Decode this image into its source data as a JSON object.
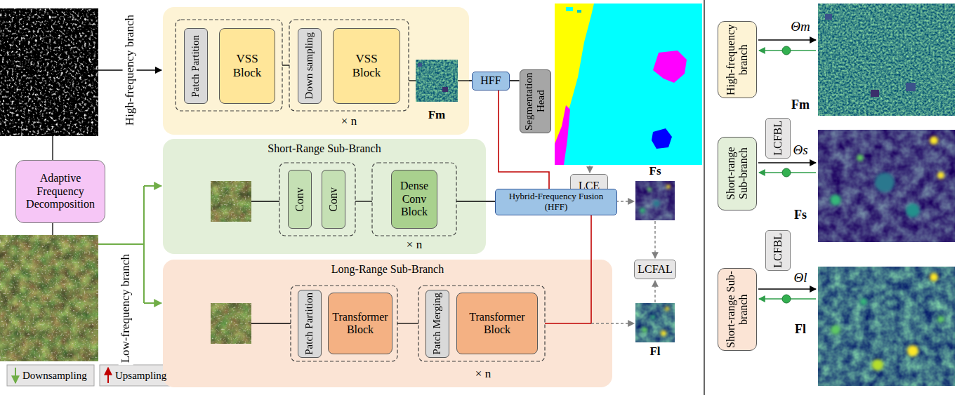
{
  "diagram": {
    "nodes": [
      {
        "text": [
          "Adaptive Frequency Decomposition"
        ]
      },
      {
        "text": [
          "High-frequency branch"
        ]
      },
      {
        "text": [
          "Patch Partition"
        ],
        "in": 1
      },
      {
        "text": [
          "VSS Block"
        ],
        "in": 1
      },
      {
        "text": [
          "Down sampling"
        ],
        "in": 1
      },
      {
        "text": [
          "VSS Block"
        ],
        "in": 1
      },
      {
        "text": [
          "HFF"
        ]
      },
      {
        "text": [
          "Segmentation Head"
        ]
      },
      {
        "text": [
          "LCE"
        ]
      },
      {
        "text": [
          "Short-Range Sub-Branch"
        ]
      },
      {
        "text": [
          "Conv"
        ],
        "in": 9
      },
      {
        "text": [
          "Conv"
        ],
        "in": 9
      },
      {
        "text": [
          "Dense Conv Block"
        ],
        "in": 9
      },
      {
        "text": [
          "Hybrid-Frequency Fusion (HFF)"
        ]
      },
      {
        "text": [
          "LCFAL"
        ]
      },
      {
        "text": [
          "Long-Range Sub-Branch"
        ]
      },
      {
        "text": [
          "Patch Partition"
        ],
        "in": 15
      },
      {
        "text": [
          "Transformer Block"
        ],
        "in": 15
      },
      {
        "text": [
          "Patch Merging"
        ],
        "in": 15
      },
      {
        "text": [
          "Transformer Block"
        ],
        "in": 15
      },
      {
        "text": [
          "High-frequency branch"
        ]
      },
      {
        "text": [
          "LCFBL"
        ]
      },
      {
        "text": [
          "Short-range Sub-branch"
        ]
      },
      {
        "text": [
          "LCFBL"
        ]
      },
      {
        "text": [
          "Short-range Sub-branch"
        ]
      }
    ],
    "edges": [
      {
        "from": 1,
        "to": 6,
        "arrow": "none"
      },
      {
        "from": 6,
        "to": 7,
        "arrow": "none"
      },
      {
        "from": 9,
        "to": 13,
        "arrow": "none"
      },
      {
        "from": 13,
        "to": 6,
        "arrow": "none"
      },
      {
        "from": 15,
        "to": 13,
        "arrow": "none"
      }
    ],
    "labels": [
      "Low-frequency branch",
      "× n",
      "Fm",
      "× n",
      "Fs",
      "Fl",
      "× n",
      "Θm",
      "Fm",
      "Θs",
      "Fs",
      "Θl",
      "Fl"
    ],
    "legend": [
      {
        "text": "Downsampling"
      },
      {
        "text": "Upsampling"
      }
    ]
  }
}
